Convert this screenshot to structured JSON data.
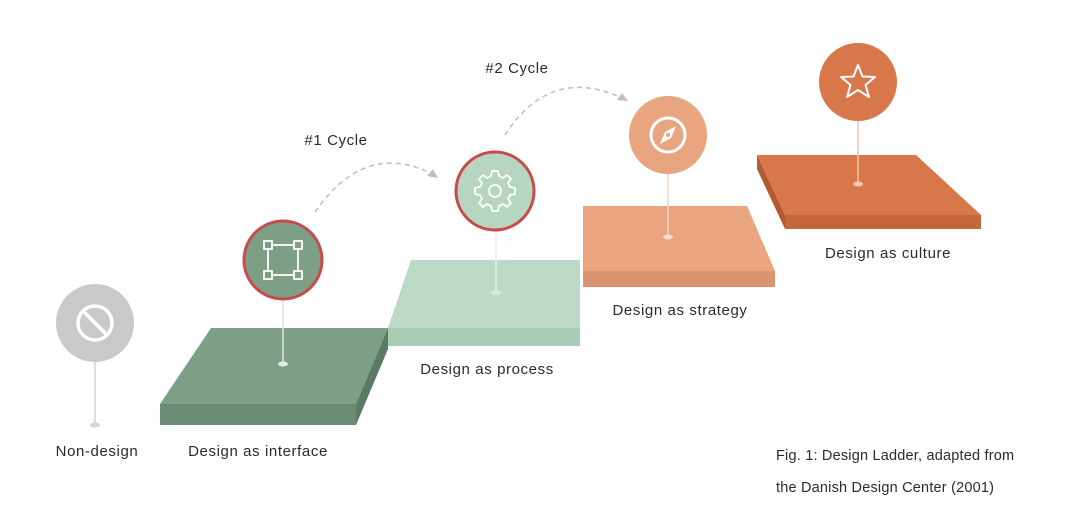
{
  "steps": [
    {
      "label": "Non-design",
      "icon": "no-entry-icon",
      "color": "#c9c9c9"
    },
    {
      "label": "Design as interface",
      "icon": "square-frame-icon",
      "color": "#7c9f86",
      "ring": "#c94a4a"
    },
    {
      "label": "Design as process",
      "icon": "gear-icon",
      "color": "#b6d6c2",
      "ring": "#c94a4a"
    },
    {
      "label": "Design as strategy",
      "icon": "compass-icon",
      "color": "#e8a57f"
    },
    {
      "label": "Design as culture",
      "icon": "star-icon",
      "color": "#d8784a"
    }
  ],
  "cycles": [
    {
      "label": "#1 Cycle"
    },
    {
      "label": "#2 Cycle"
    }
  ],
  "caption": {
    "line1": "Fig. 1: Design Ladder, adapted from",
    "line2": "the Danish Design Center (2001)"
  }
}
